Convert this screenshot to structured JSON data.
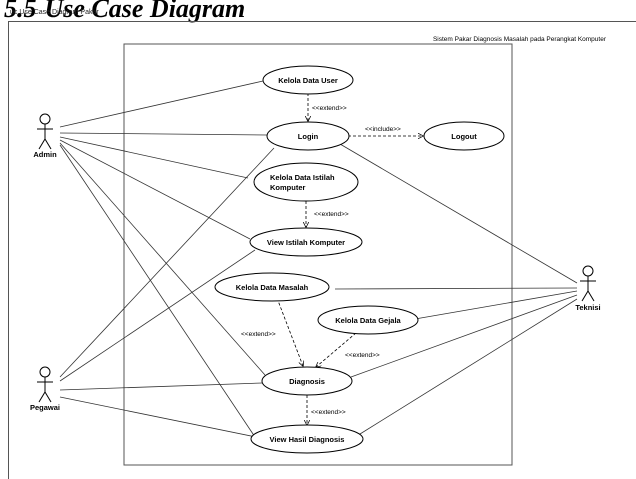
{
  "heading": {
    "number": "5.5",
    "title": "Use Case Diagram"
  },
  "frame": {
    "tab": "uc Use Case Diagram Pakar"
  },
  "system": {
    "name": "Sistem Pakar Diagnosis Masalah pada Perangkat Komputer"
  },
  "actors": {
    "admin": "Admin",
    "pegawai": "Pegawai",
    "teknisi": "Teknisi"
  },
  "use_cases": {
    "kelola_user": [
      "Kelola Data User"
    ],
    "login": [
      "Login"
    ],
    "logout": [
      "Logout"
    ],
    "kelola_istilah": [
      "Kelola Data Istilah",
      "Komputer"
    ],
    "view_istilah": [
      "View Istilah Komputer"
    ],
    "kelola_masalah": [
      "Kelola Data Masalah"
    ],
    "kelola_gejala": [
      "Kelola Data Gejala"
    ],
    "diagnosis": [
      "Diagnosis"
    ],
    "view_hasil": [
      "View Hasil Diagnosis"
    ]
  },
  "stereotypes": {
    "extend": "<<extend>>",
    "include": "<<include>>"
  },
  "colors": {
    "line": "#333333",
    "ellipse_stroke": "#000000",
    "ellipse_fill": "#ffffff"
  }
}
